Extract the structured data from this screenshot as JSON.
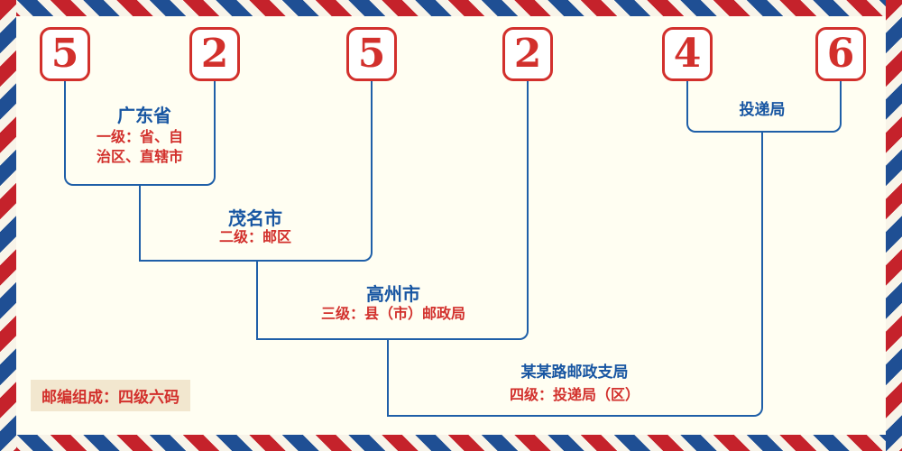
{
  "postal_code": {
    "digits": [
      "5",
      "2",
      "5",
      "2",
      "4",
      "6"
    ]
  },
  "levels": [
    {
      "name": "广东省",
      "desc_lines": [
        "一级：省、自",
        "治区、直辖市"
      ]
    },
    {
      "name": "茂名市",
      "desc_lines": [
        "二级：邮区"
      ]
    },
    {
      "name": "高州市",
      "desc_lines": [
        "三级：县（市）邮政局"
      ]
    },
    {
      "name": "某某路邮政支局",
      "desc_lines": [
        "四级：投递局（区）"
      ]
    },
    {
      "name": "投递局",
      "desc_lines": []
    }
  ],
  "footer_badge": "邮编组成：四级六码",
  "colors": {
    "background": "#FFFEF2",
    "digit_red": "#D2302C",
    "line_blue": "#1F5FA8",
    "label_blue": "#1856A2",
    "stripe_red": "#C5222B",
    "stripe_blue": "#1F4F94",
    "stripe_white": "#F8F4E9",
    "badge_background": "#F2E7CF"
  }
}
